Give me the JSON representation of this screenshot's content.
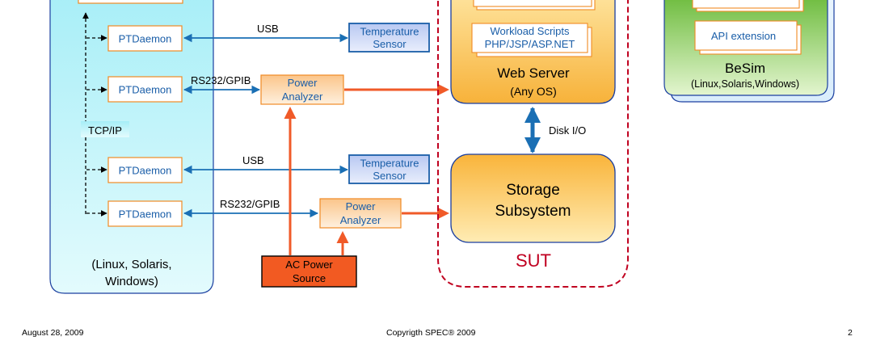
{
  "client": {
    "daemons": [
      "PTDaemon",
      "PTDaemon",
      "PTDaemon",
      "PTDaemon"
    ],
    "os_line1": "(Linux, Solaris,",
    "os_line2": "Windows)",
    "tcp_label": "TCP/IP"
  },
  "links": {
    "usb_top": "USB",
    "rs232_top": "RS232/GPIB",
    "usb_bottom": "USB",
    "rs232_bottom": "RS232/GPIB",
    "disk_io": "Disk I/O"
  },
  "devices": {
    "temp_sensor_1": [
      "Temperature",
      "Sensor"
    ],
    "temp_sensor_2": [
      "Temperature",
      "Sensor"
    ],
    "power_analyzer_1": [
      "Power",
      "Analyzer"
    ],
    "power_analyzer_2": [
      "Power",
      "Analyzer"
    ],
    "ac_power": [
      "AC Power",
      "Source"
    ]
  },
  "sut": {
    "label": "SUT",
    "workload": [
      "Workload Scripts",
      "PHP/JSP/ASP.NET"
    ],
    "web_server": [
      "Web Server",
      "(Any OS)"
    ],
    "storage": [
      "Storage",
      "Subsystem"
    ]
  },
  "besim": {
    "api_extension": "API extension",
    "title": "BeSim",
    "os": "(Linux,Solaris,Windows)"
  },
  "footer": {
    "date": "August 28, 2009",
    "copyright": "Copyrigth SPEC® 2009",
    "page": "2"
  },
  "colors": {
    "blue_link": "#1a6fb4",
    "orange_link": "#f05a28",
    "sut_border": "#c00020",
    "client_fill": "#ccf6fb",
    "besim_fill": "#9fd65a"
  }
}
